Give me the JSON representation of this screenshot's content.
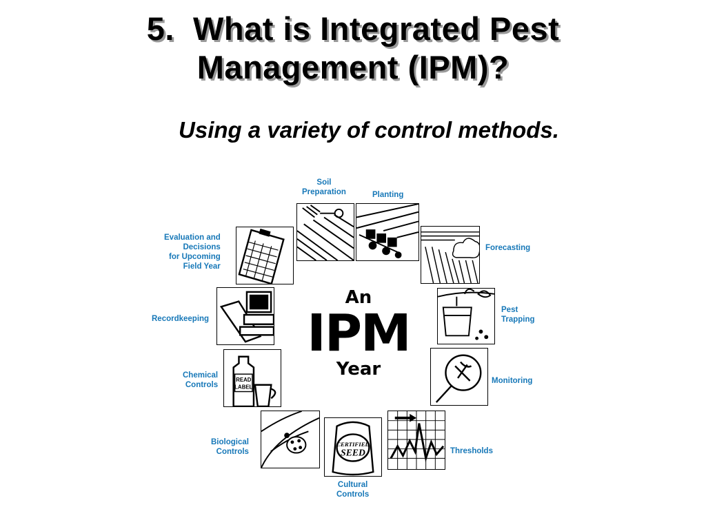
{
  "slide": {
    "title_line1": "5.  What is Integrated Pest",
    "title_line2": "Management (IPM)?",
    "subtitle": "Using a variety of control methods."
  },
  "diagram": {
    "center_top": "An",
    "center_main": "IPM",
    "center_bottom": "Year",
    "label_color": "#1778b8",
    "stages": [
      {
        "label": "Soil\nPreparation",
        "icon": "plow-icon"
      },
      {
        "label": "Planting",
        "icon": "planter-icon"
      },
      {
        "label": "Forecasting",
        "icon": "cloud-rain-icon"
      },
      {
        "label": "Pest\nTrapping",
        "icon": "trap-icon"
      },
      {
        "label": "Monitoring",
        "icon": "magnifier-icon"
      },
      {
        "label": "Thresholds",
        "icon": "threshold-graph-icon"
      },
      {
        "label": "Cultural\nControls",
        "icon": "seed-bag-icon",
        "bag_text": "CERTIFIED\nSEED"
      },
      {
        "label": "Biological\nControls",
        "icon": "ladybug-icon"
      },
      {
        "label": "Chemical\nControls",
        "icon": "chemical-jug-icon",
        "jug_text": "READ\nLABEL"
      },
      {
        "label": "Recordkeeping",
        "icon": "computer-icon"
      },
      {
        "label": "Evaluation and\nDecisions\nfor Upcoming\nField Year",
        "icon": "clipboard-icon"
      }
    ]
  }
}
